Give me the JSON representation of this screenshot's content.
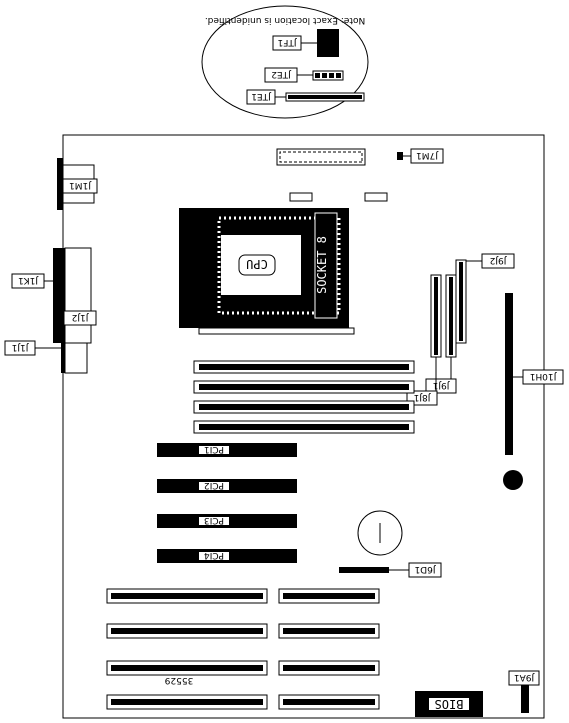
{
  "note": "Note: Exact location is unidentified.",
  "callouts": {
    "JTF1": "JTF1",
    "JTE2": "JTE2",
    "JTE1": "JTE1",
    "J7M1": "J7M1",
    "J1M1": "J1M1",
    "J1K1": "J1K1",
    "J1J2": "J1J2",
    "J1J1": "J1J1",
    "J9J2": "J9J2",
    "J8J1": "J8J1",
    "J9J1": "J9J1",
    "J10H1": "J10H1",
    "J6D1": "J6D1",
    "J9A1": "J9A1"
  },
  "cpu": {
    "label": "CPU",
    "socket": "SOCKET 8"
  },
  "pci": [
    "PCI1",
    "PCI2",
    "PCI3",
    "PCI4"
  ],
  "bios": "BIOS",
  "board_number": "35529"
}
